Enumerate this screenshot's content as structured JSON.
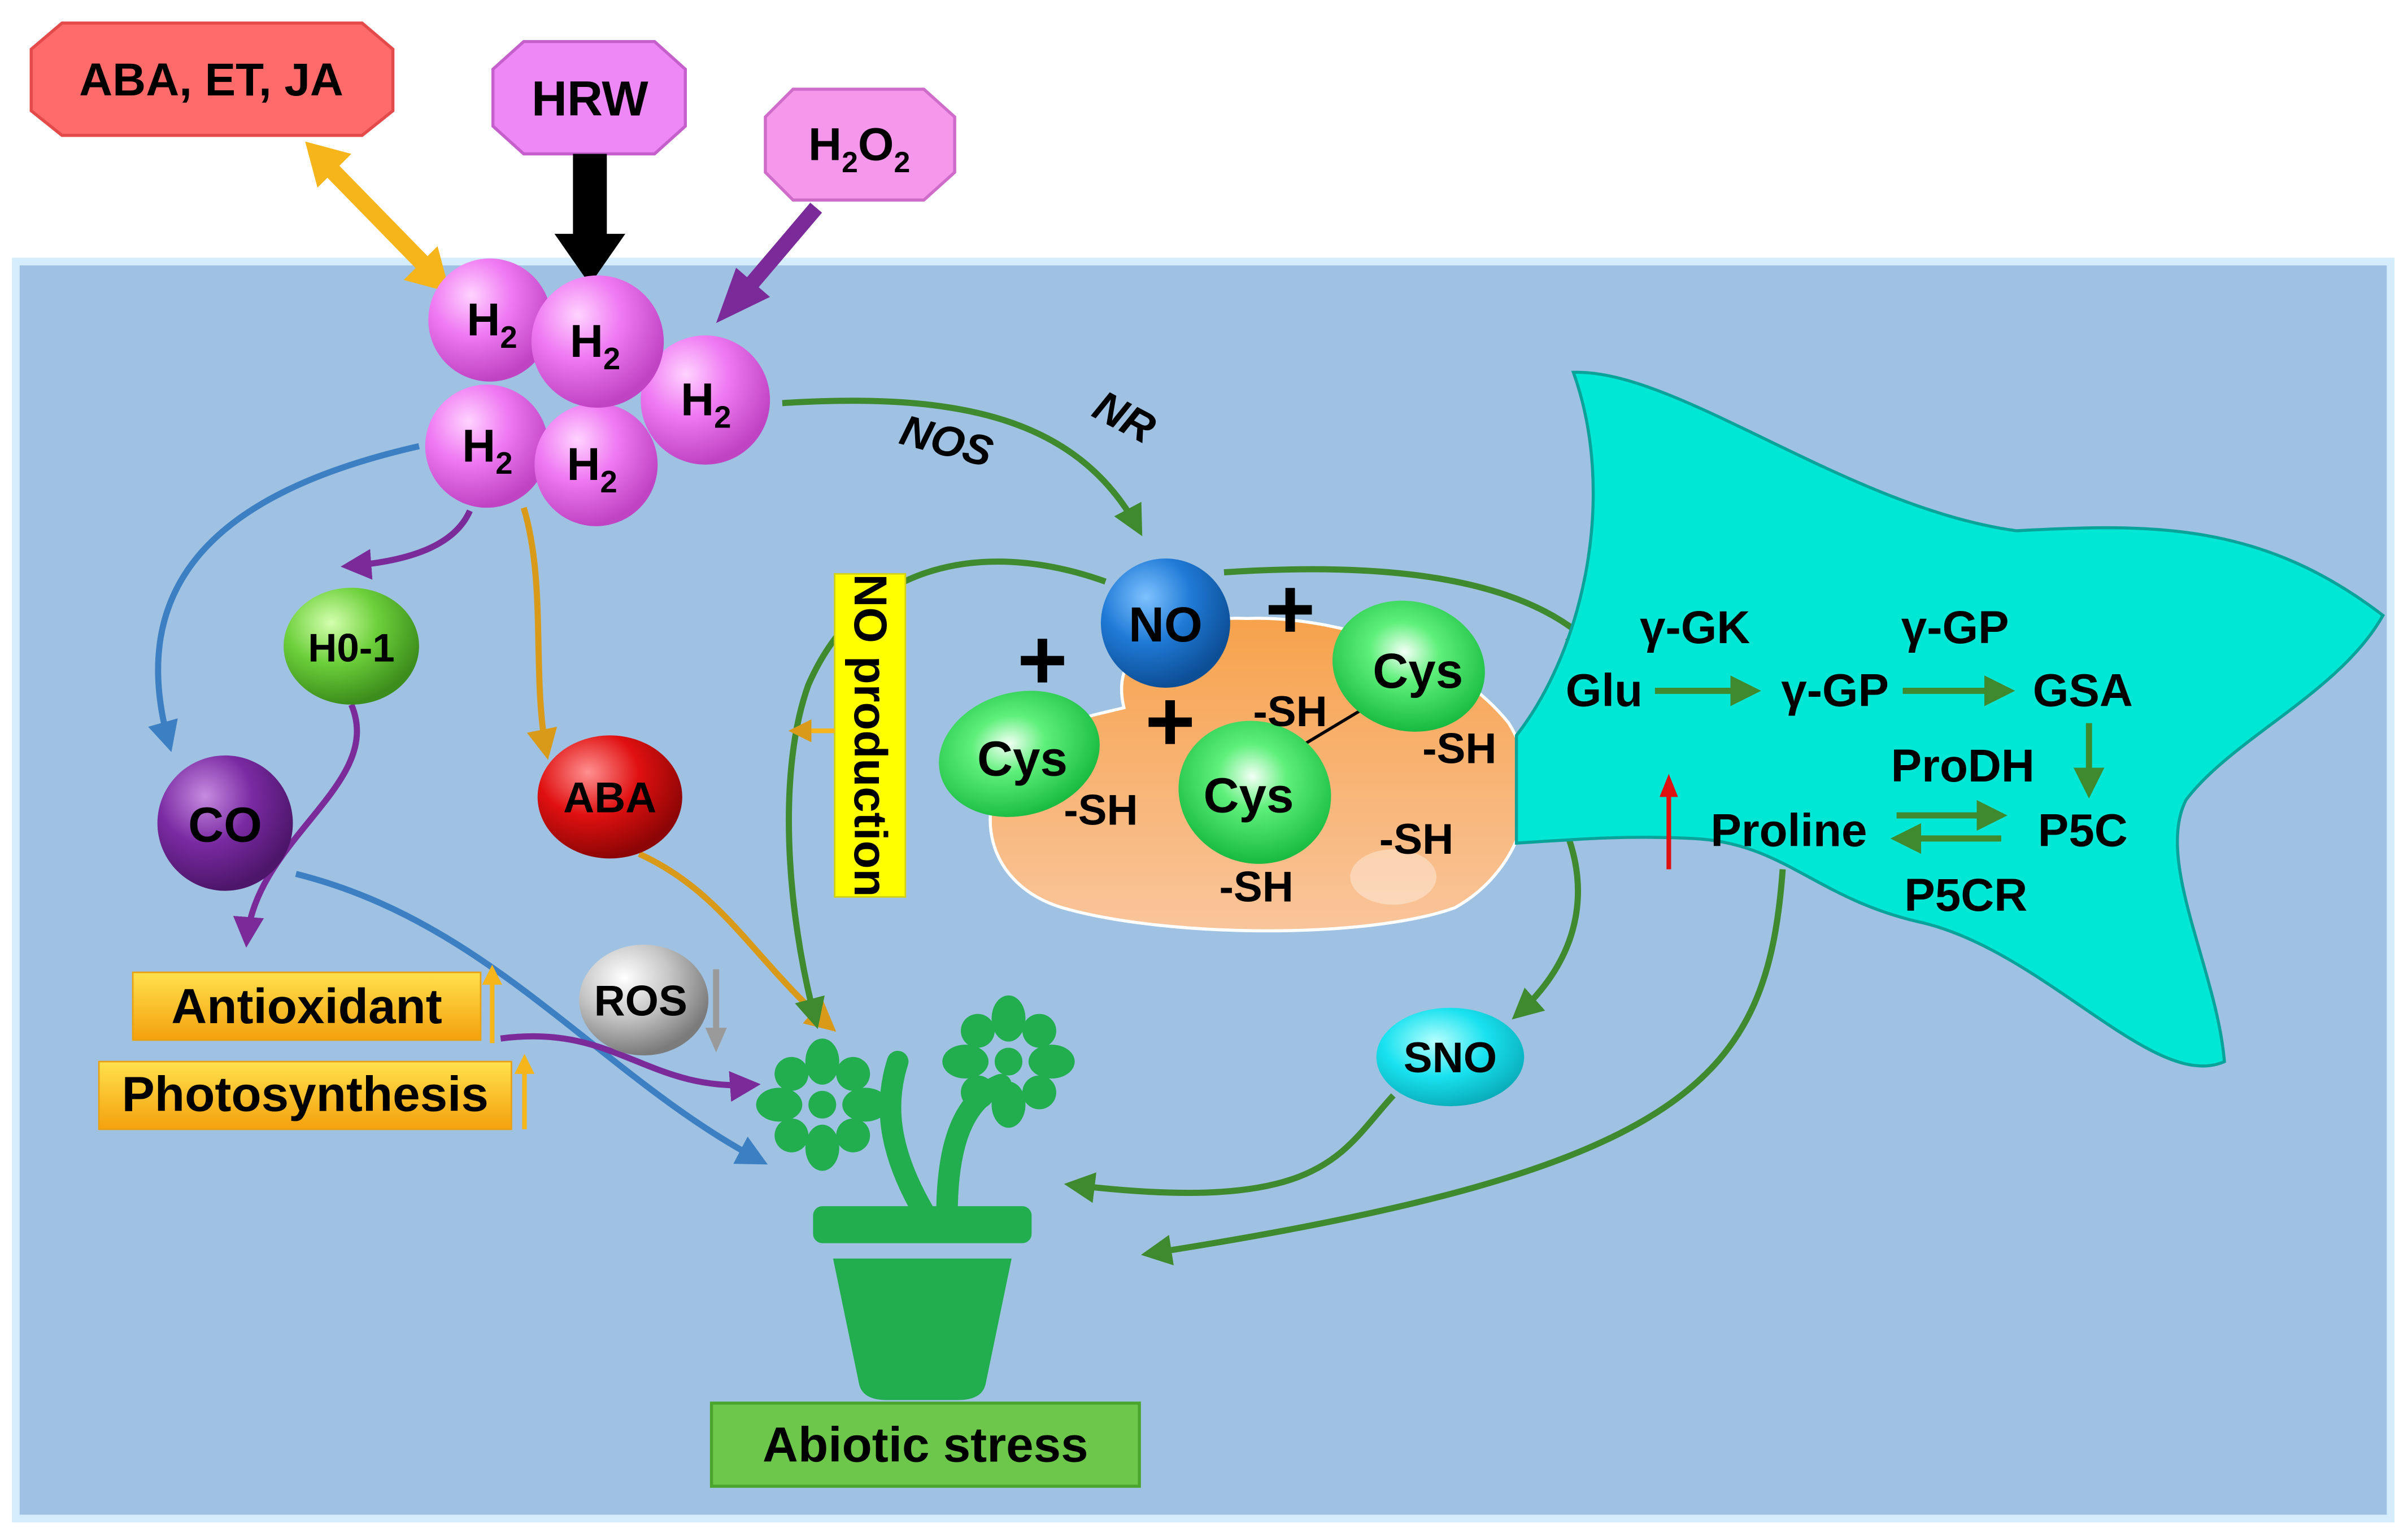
{
  "colors": {
    "panel": "#9fc2e3",
    "h2": "#ee7ff0",
    "abaEtJa": "#ff6b6b",
    "hrw": "#ee88f6",
    "h2o2": "#f598ec",
    "green": "#3f8a2e",
    "purple": "#7a2a99",
    "blue": "#3c7fc2",
    "orange": "#d99a1a",
    "yellowArrow": "#f6b51a",
    "cyan": "#00e7d6",
    "pot": "#22ad4f",
    "protein": "#f6ad72"
  },
  "top": {
    "aba_et_ja": "ABA, ET, JA",
    "hrw": "HRW",
    "h2o2": {
      "main": "H",
      "sub": "2",
      "o": "O",
      "sub2": "2"
    }
  },
  "h2": {
    "main": "H",
    "sub": "2"
  },
  "labels": {
    "nr": "NR",
    "nos": "NOS",
    "ho1": "H0-1",
    "co": "CO",
    "aba": "ABA",
    "ros": "ROS",
    "antioxidant": "Antioxidant",
    "photosynthesis": "Photosynthesis",
    "abiotic_stress": "Abiotic stress",
    "no_production": "NO production",
    "no": "NO",
    "plus": "+",
    "cys": "Cys",
    "sh": "-SH",
    "sno": "SNO",
    "glu": "Glu",
    "ggk": "γ-GK",
    "ggp": "γ-GP",
    "gsa": "GSA",
    "prodh": "ProDH",
    "p5c": "P5C",
    "proline": "Proline",
    "p5cr": "P5CR"
  }
}
